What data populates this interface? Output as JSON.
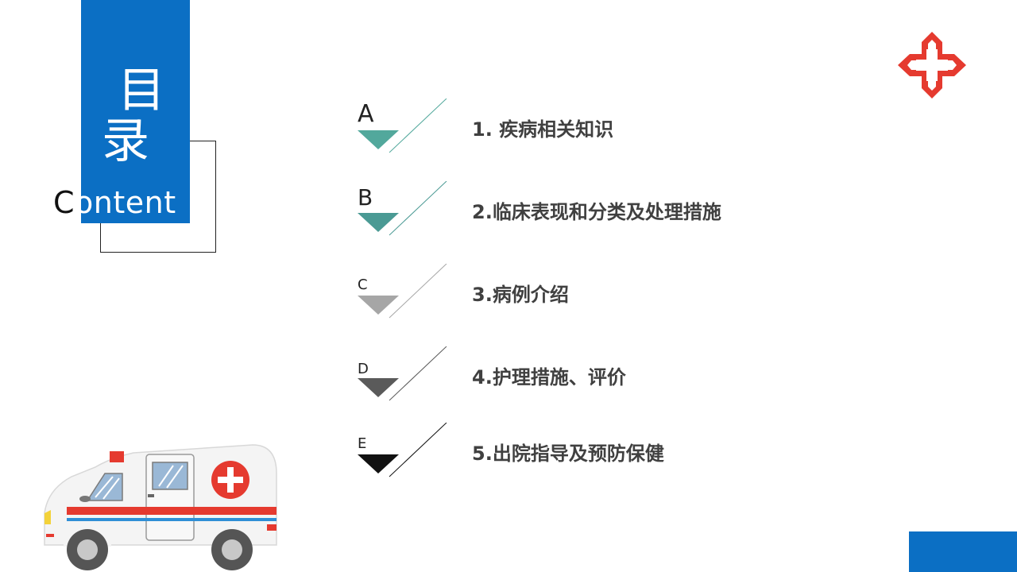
{
  "title": {
    "char1": "目",
    "char2": "录",
    "content_first": "C",
    "content_rest": "ontent"
  },
  "colors": {
    "brand_blue": "#0b6fc4",
    "logo_red": "#e53a2f",
    "label_gray": "#404040"
  },
  "menu": [
    {
      "letter": "A",
      "label": "1. 疾病相关知识",
      "color": "#52a89c"
    },
    {
      "letter": "B",
      "label": "2.临床表现和分类及处理措施",
      "color": "#4a9a94"
    },
    {
      "letter": "C",
      "label": "3.病例介绍",
      "color": "#a6a6a6"
    },
    {
      "letter": "D",
      "label": "4.护理措施、评价",
      "color": "#5a5a5a"
    },
    {
      "letter": "E",
      "label": "5.出院指导及预防保健",
      "color": "#111111"
    }
  ],
  "icons": {
    "logo": "hospital-cross-icon",
    "vehicle": "ambulance-icon"
  }
}
